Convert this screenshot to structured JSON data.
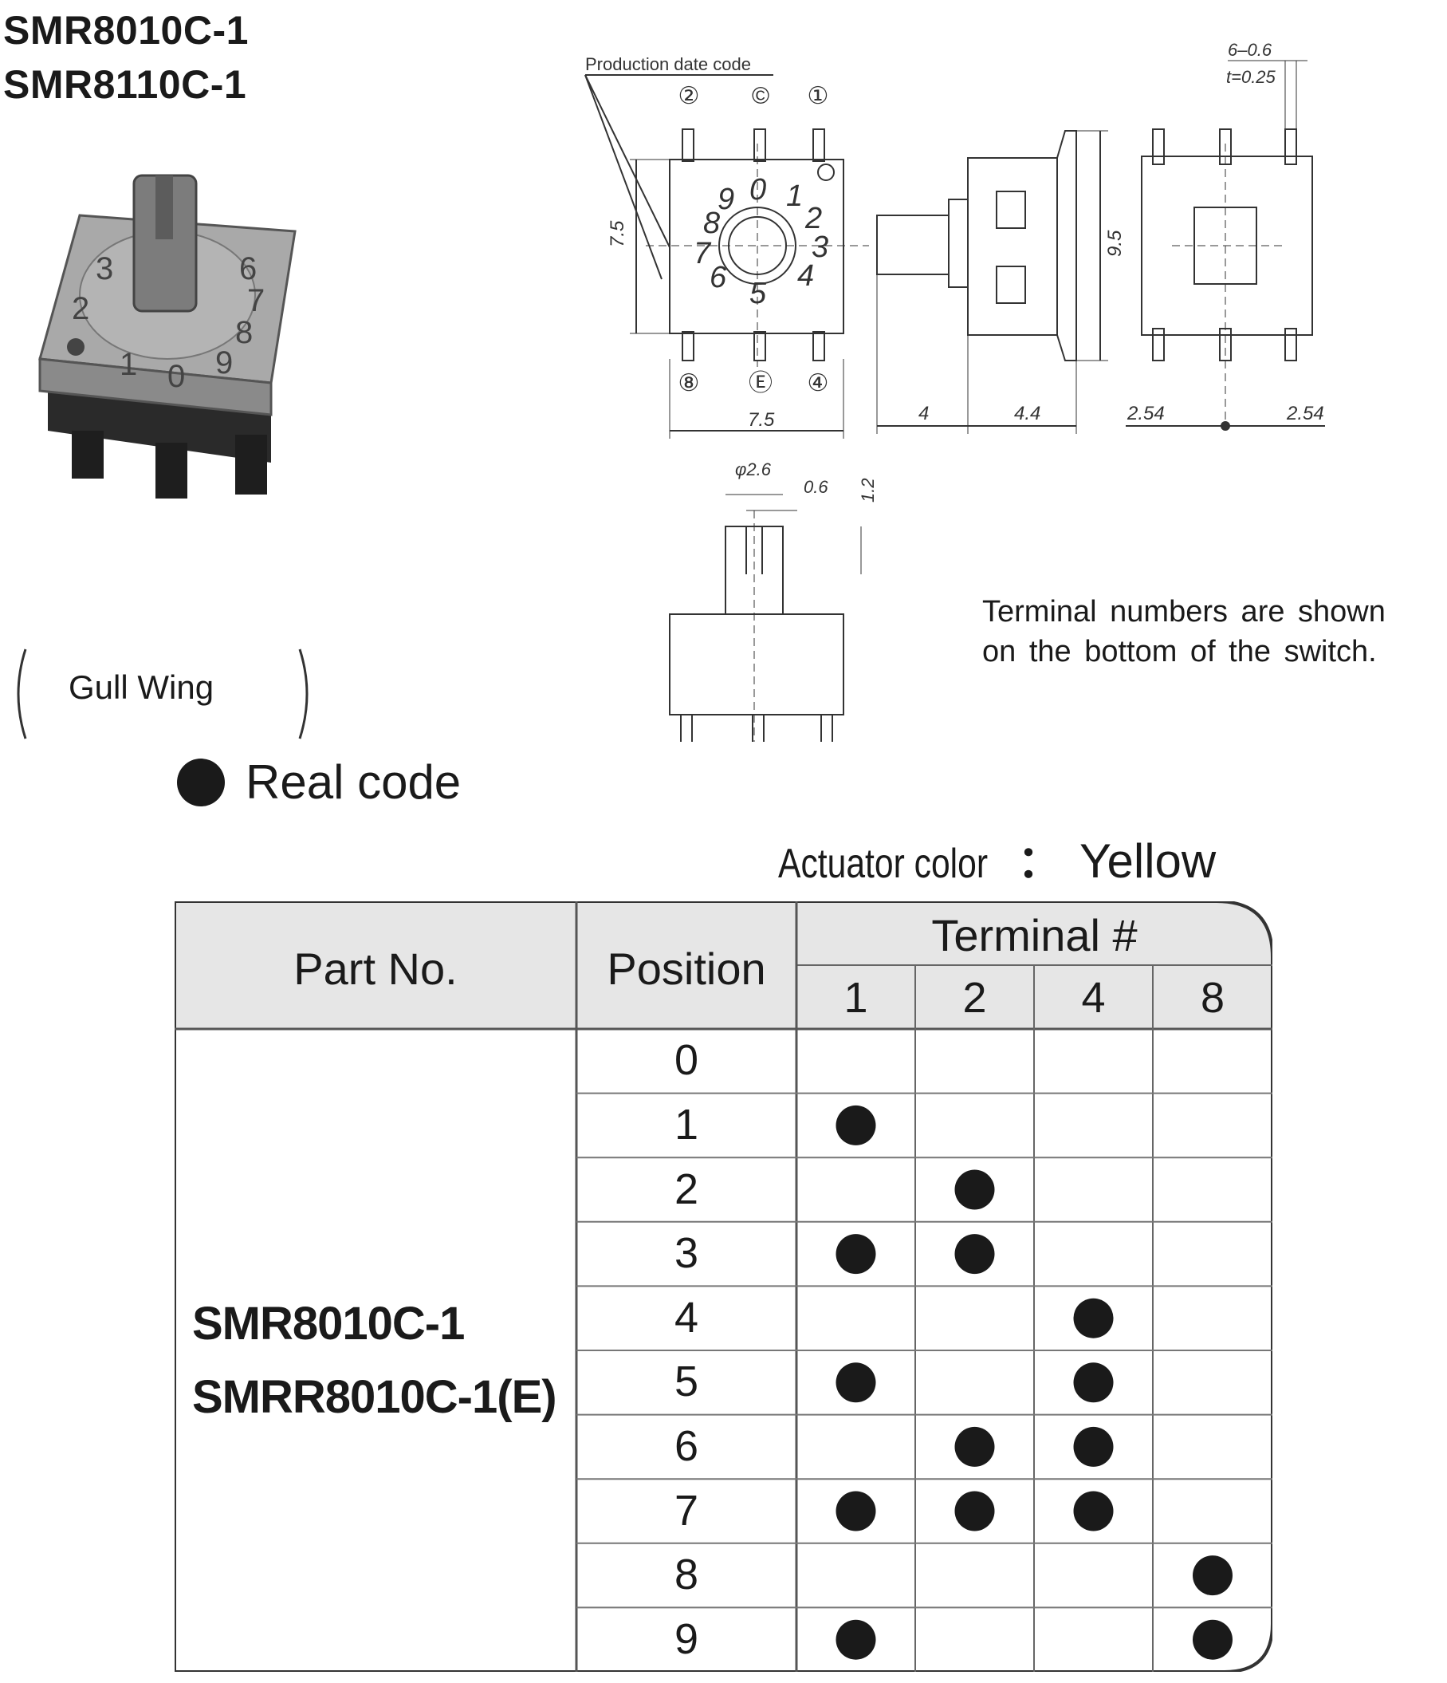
{
  "models": [
    "SMR8010C-1",
    "SMR8110C-1"
  ],
  "drawing": {
    "production_label": "Production date code",
    "terminals_top": [
      "②",
      "©",
      "①"
    ],
    "terminals_bottom": [
      "⑧",
      "Ⓔ",
      "④"
    ],
    "dim_7_5_vertical": "7.5",
    "dim_7_5_horizontal": "7.5",
    "dim_9_5": "9.5",
    "dim_4": "4",
    "dim_4_4": "4.4",
    "dim_2_54_left": "2.54",
    "dim_2_54_right": "2.54",
    "dim_6_0_6": "6–0.6",
    "dim_t": "t=0.25",
    "dim_phi": "φ2.6",
    "dim_0_6": "0.6",
    "dim_1_2": "1.2"
  },
  "note": {
    "line1": "Terminal numbers are shown",
    "line2": "on the bottom of the switch."
  },
  "mount_type": "Gull Wing",
  "real_code": "Real code",
  "actuator": {
    "label": "Actuator color",
    "sep": "：",
    "value": "Yellow"
  },
  "table": {
    "header_part": "Part No.",
    "header_position": "Position",
    "header_terminal": "Terminal #",
    "terminals": [
      "1",
      "2",
      "4",
      "8"
    ],
    "part_numbers": [
      "SMR8010C-1",
      "SMRR8010C-1(E)"
    ],
    "rows": [
      {
        "position": "0",
        "on": [
          false,
          false,
          false,
          false
        ]
      },
      {
        "position": "1",
        "on": [
          true,
          false,
          false,
          false
        ]
      },
      {
        "position": "2",
        "on": [
          false,
          true,
          false,
          false
        ]
      },
      {
        "position": "3",
        "on": [
          true,
          true,
          false,
          false
        ]
      },
      {
        "position": "4",
        "on": [
          false,
          false,
          true,
          false
        ]
      },
      {
        "position": "5",
        "on": [
          true,
          false,
          true,
          false
        ]
      },
      {
        "position": "6",
        "on": [
          false,
          true,
          true,
          false
        ]
      },
      {
        "position": "7",
        "on": [
          true,
          true,
          true,
          false
        ]
      },
      {
        "position": "8",
        "on": [
          false,
          false,
          false,
          true
        ]
      },
      {
        "position": "9",
        "on": [
          true,
          false,
          false,
          true
        ]
      }
    ]
  }
}
